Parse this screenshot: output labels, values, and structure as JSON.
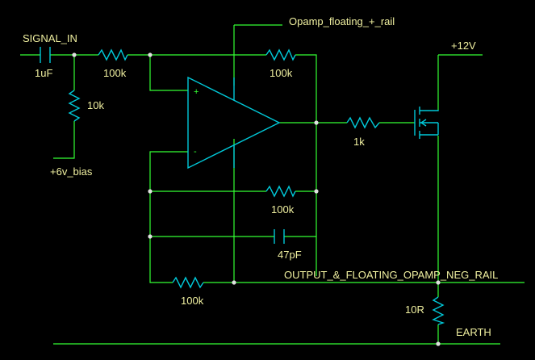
{
  "colors": {
    "background": "#000000",
    "wire": "#33ff33",
    "component": "#00c8d8",
    "label": "#f0f0a0",
    "junction": "#e0e0e0"
  },
  "nets": {
    "signal_in": "SIGNAL_IN",
    "opamp_pos_rail": "Opamp_floating_+_rail",
    "v12": "+12V",
    "bias": "+6v_bias",
    "neg_rail": "OUTPUT_&_FLOATING_OPAMP_NEG_RAIL",
    "earth": "EARTH"
  },
  "components": {
    "c_in": "1uF",
    "r_in": "100k",
    "r_bias": "10k",
    "r_fb_top": "100k",
    "r_gate": "1k",
    "r_fb_mid": "100k",
    "c_fb": "47pF",
    "r_bottom": "100k",
    "r_sense": "10R"
  },
  "opamp": {
    "plus": "+",
    "minus": "-"
  }
}
